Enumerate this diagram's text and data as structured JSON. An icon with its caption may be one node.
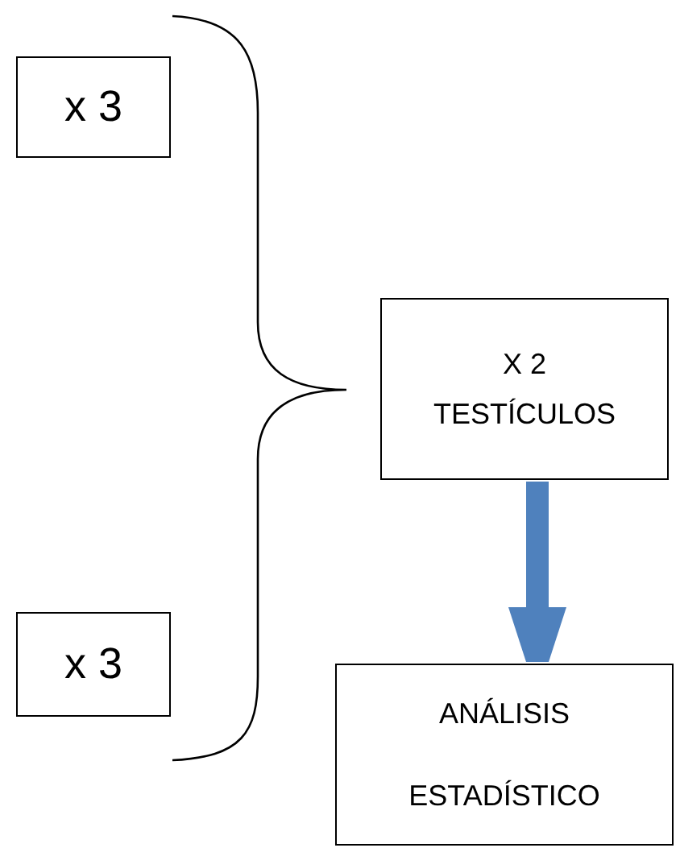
{
  "diagram": {
    "nodes": [
      {
        "text": [
          "x 3"
        ]
      },
      {
        "text": [
          "x 3"
        ]
      },
      {
        "text": [
          "X 2",
          "TESTÍCULOS"
        ]
      },
      {
        "text": [
          "ANÁLISIS",
          "ESTADÍSTICO"
        ]
      }
    ],
    "edges": [
      {
        "from": 2,
        "to": 3,
        "arrow": "to"
      }
    ]
  }
}
